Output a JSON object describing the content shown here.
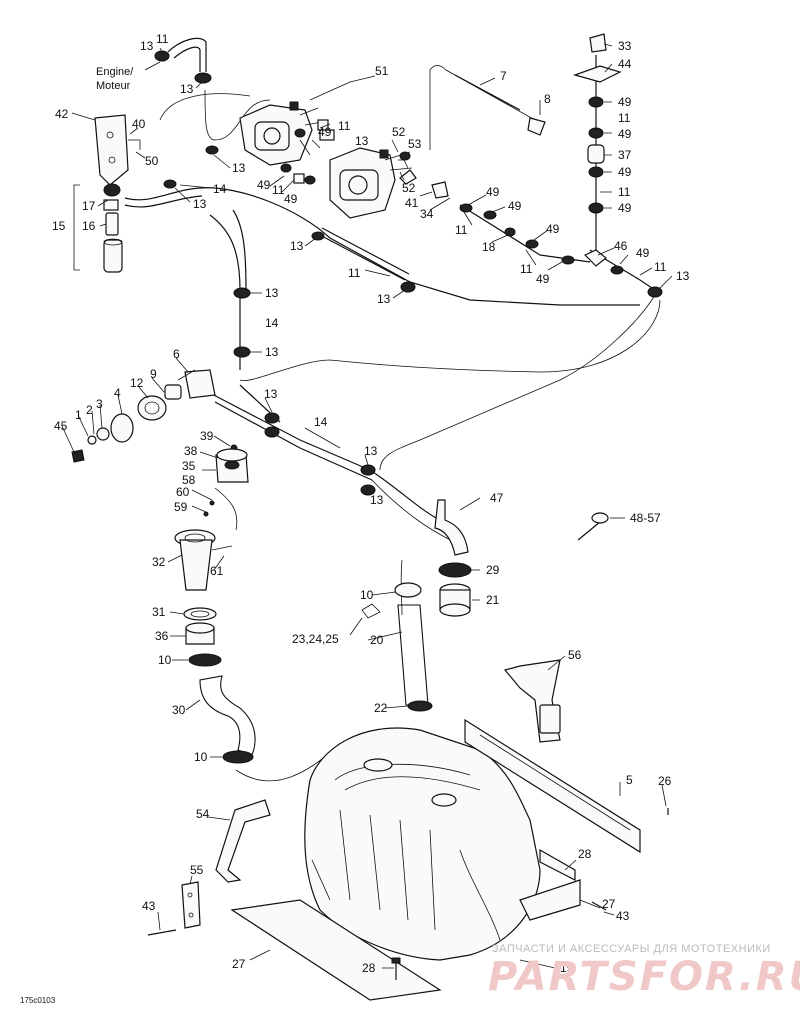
{
  "engine_label": [
    "Engine/",
    "Moteur"
  ],
  "reference_code": "175c0103",
  "watermark": {
    "line1": "ЗАПЧАСТИ И АКСЕССУАРЫ ДЛЯ МОТОТЕХНИКИ",
    "line2": "PARTSFOR.RU"
  },
  "callouts": [
    "13",
    "11",
    "13",
    "51",
    "7",
    "8",
    "33",
    "44",
    "49",
    "11",
    "49",
    "37",
    "49",
    "11",
    "49",
    "42",
    "40",
    "50",
    "49",
    "11",
    "13",
    "52",
    "53",
    "13",
    "14",
    "49",
    "11",
    "49",
    "13",
    "52",
    "41",
    "34",
    "49",
    "11",
    "49",
    "18",
    "49",
    "11",
    "49",
    "46",
    "49",
    "11",
    "13",
    "15",
    "17",
    "16",
    "13",
    "11",
    "13",
    "13",
    "14",
    "13",
    "6",
    "9",
    "12",
    "4",
    "3",
    "2",
    "1",
    "45",
    "13",
    "14",
    "13",
    "13",
    "39",
    "38",
    "35",
    "58",
    "60",
    "59",
    "47",
    "48-57",
    "32",
    "61",
    "29",
    "21",
    "10",
    "23,24,25",
    "20",
    "31",
    "36",
    "10",
    "56",
    "30",
    "22",
    "10",
    "5",
    "26",
    "54",
    "28",
    "55",
    "43",
    "27",
    "43",
    "27",
    "28",
    "19"
  ]
}
